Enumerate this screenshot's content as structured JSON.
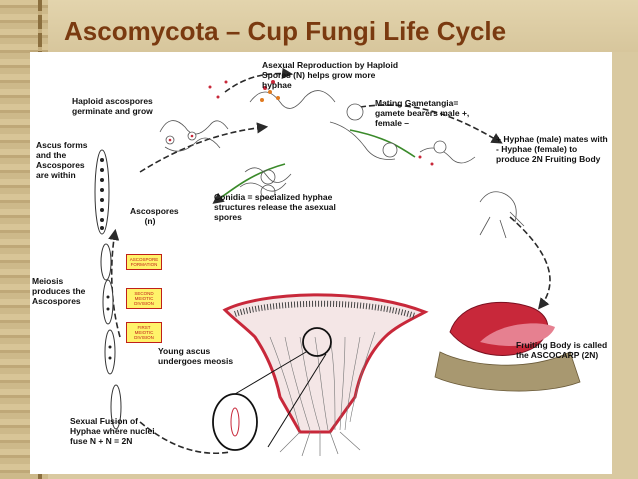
{
  "title": "Ascomycota – Cup Fungi Life Cycle",
  "labels": {
    "asexual": "Asexual Reproduction by Haploid Spores (N) helps grow more hyphae",
    "haploid": "Haploid ascospores germinate and grow",
    "mating": "Mating Gametangia= gamete bearers male +, female –",
    "hyphae_mates": "+ Hyphae (male) mates with - Hyphae (female) to produce 2N Fruiting Body",
    "ascus_forms": "Ascus forms and the Ascospores are within",
    "conidia": "Conidia = specialized hyphae structures release the asexual spores",
    "ascospores_n": "Ascospores (n)",
    "meiosis": "Meiosis produces the Ascospores",
    "young_ascus": "Young ascus undergoes meosis",
    "fruiting_body": "Fruiting Body is called the ASCOCARP (2N)",
    "sexual_fusion": "Sexual Fusion of Hyphae where nuclei fuse N + N = 2N"
  },
  "stage_tags": {
    "ascospore_formation": "ASCOSPORE FORMATION",
    "second_division": "SECOND MEIOTIC DIVISION",
    "first_division": "FIRST MEIOTIC DIVISION"
  },
  "colors": {
    "title": "#7a3a10",
    "arrow": "#2a2a2a",
    "ascocarp_red": "#c8283a",
    "tag_fill": "#fff36a"
  }
}
